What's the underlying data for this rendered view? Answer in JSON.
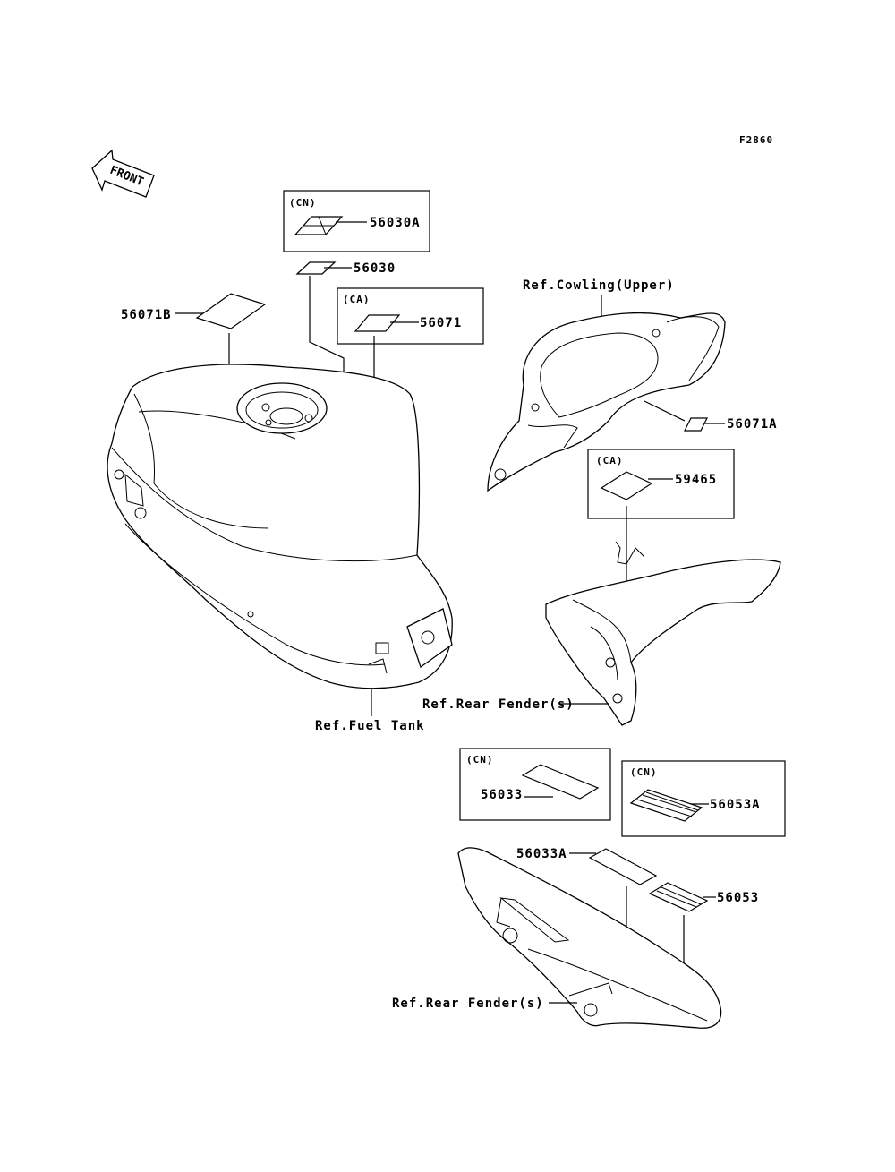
{
  "diagram_code": "F2860",
  "front_label": "FRONT",
  "region_codes": {
    "cn": "(CN)",
    "ca": "(CA)"
  },
  "part_numbers": {
    "p56030A": "56030A",
    "p56030": "56030",
    "p56071B": "56071B",
    "p56071": "56071",
    "p56071A": "56071A",
    "p59465": "59465",
    "p56033": "56033",
    "p56053A": "56053A",
    "p56033A": "56033A",
    "p56053": "56053"
  },
  "references": {
    "cowling_upper": "Ref.Cowling(Upper)",
    "fuel_tank": "Ref.Fuel Tank",
    "rear_fender_1": "Ref.Rear Fender(s)",
    "rear_fender_2": "Ref.Rear Fender(s)"
  }
}
